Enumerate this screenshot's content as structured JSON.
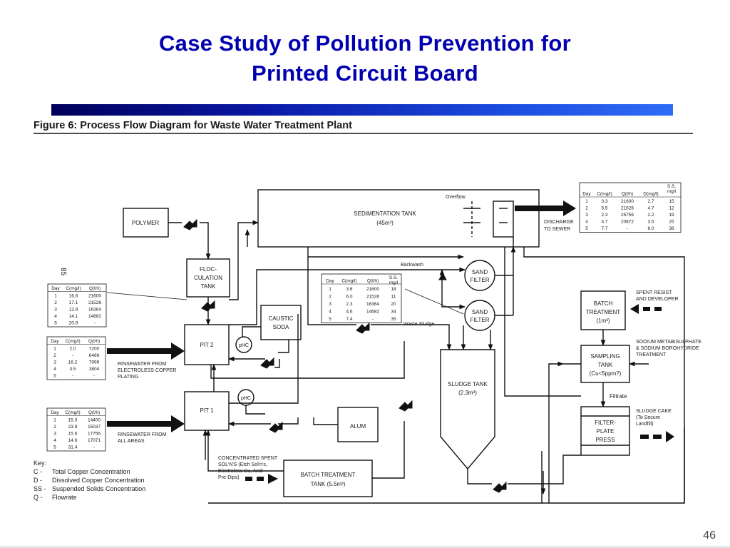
{
  "slide": {
    "title_line1": "Case Study of Pollution Prevention for",
    "title_line2": "Printed Circuit Board",
    "page_number": "46"
  },
  "figure": {
    "caption": "Figure 6: Process Flow Diagram for Waste Water Treatment Plant",
    "side_page_number": "85"
  },
  "units": {
    "sedimentation_tank": {
      "line1": "SEDIMENTATION TANK",
      "line2": "(45m³)"
    },
    "polymer": "POLYMER",
    "floc_tank": {
      "line1": "FLOC-",
      "line2": "CULATION",
      "line3": "TANK"
    },
    "caustic_soda": {
      "line1": "CAUSTIC",
      "line2": "SODA"
    },
    "pit2": "PIT 2",
    "pit1": "PIT 1",
    "alum": "ALUM",
    "sand_filter": {
      "line1": "SAND",
      "line2": "FILTER"
    },
    "batch_treatment_1": {
      "line1": "BATCH",
      "line2": "TREATMENT",
      "line3": "(1m³)"
    },
    "sampling_tank": {
      "line1": "SAMPLING",
      "line2": "TANK",
      "line3": "(Cu<5ppm?)"
    },
    "sludge_tank": {
      "line1": "SLUDGE TANK",
      "line2": "(2.3m³)"
    },
    "filter_press": {
      "line1": "FILTER-",
      "line2": "PLATE",
      "line3": "PRESS"
    },
    "batch_treatment_tank": {
      "line1": "BATCH TREATMENT",
      "line2": "TANK (5.5m³)"
    },
    "phc": "pHC"
  },
  "labels": {
    "overflow": "Overflow",
    "backwash": "Backwash",
    "waste_sludge": "Waste Sludge",
    "filtrate": "Filtrate",
    "discharge": {
      "line1": "DISCHARGE",
      "line2": "TO SEWER"
    },
    "spent_resist": {
      "line1": "SPENT RESIST",
      "line2": "AND DEVELOPER"
    },
    "sodium": {
      "line1": "SODIUM METABISULPHATE",
      "line2": "& SODIUM BOROHYDRIDE",
      "line3": "TREATMENT"
    },
    "sludge_cake": {
      "line1": "SLUDGE CAKE",
      "line2": "(To Secure",
      "line3": "Landfill)"
    },
    "rinse_electroless": {
      "line1": "RINSEWATER FROM",
      "line2": "ELECTROLESS COPPER",
      "line3": "PLATING"
    },
    "rinse_all": {
      "line1": "RINSEWATER FROM",
      "line2": "ALL AREAS"
    },
    "concentrated": {
      "line1": "CONCENTRATED SPENT",
      "line2": "SOL'N'S (Etch Sol'n's,",
      "line3": "Electroless Cu, Acid",
      "line4": "Pre-Dips)"
    }
  },
  "key": {
    "title": "Key:",
    "items": [
      {
        "code": "C -",
        "desc": "Total Copper Concentration"
      },
      {
        "code": "D -",
        "desc": "Dissolved Copper Concentration"
      },
      {
        "code": "SS -",
        "desc": "Suspended Solids Concentration"
      },
      {
        "code": "Q -",
        "desc": "Flowrate"
      }
    ]
  },
  "tables": {
    "floc": {
      "headers": [
        "Day",
        "C(mg/l)",
        "Q(l/h)"
      ],
      "rows": [
        [
          "1",
          "16.6",
          "21600"
        ],
        [
          "2",
          "17.1",
          "21526"
        ],
        [
          "3",
          "12.9",
          "16364"
        ],
        [
          "4",
          "14.1",
          "14882"
        ],
        [
          "5",
          "20.9",
          "-"
        ]
      ]
    },
    "electroless": {
      "headers": [
        "Day",
        "C(mg/l)",
        "Q(l/h)"
      ],
      "rows": [
        [
          "1",
          "2.0",
          "7200"
        ],
        [
          "2",
          "-",
          "6489"
        ],
        [
          "3",
          "16.2",
          "7999"
        ],
        [
          "4",
          "3.5",
          "3804"
        ],
        [
          "5",
          "-",
          "-"
        ]
      ]
    },
    "all_areas": {
      "headers": [
        "Day",
        "C(mg/l)",
        "Q(l/h)"
      ],
      "rows": [
        [
          "1",
          "15.3",
          "14400"
        ],
        [
          "2",
          "23.9",
          "15037"
        ],
        [
          "3",
          "15.6",
          "17756"
        ],
        [
          "4",
          "14.6",
          "17071"
        ],
        [
          "5",
          "31.4",
          "-"
        ]
      ]
    },
    "middle": {
      "headers": [
        "Day",
        "C(mg/l)",
        "Q(l/h)",
        "S.S. mg/l"
      ],
      "rows": [
        [
          "1",
          "3.6",
          "21600",
          "18"
        ],
        [
          "2",
          "6.0",
          "21526",
          "11"
        ],
        [
          "3",
          "2.3",
          "16364",
          "20"
        ],
        [
          "4",
          "4.6",
          "14682",
          "34"
        ],
        [
          "5",
          "7.4",
          "-",
          "35"
        ]
      ]
    },
    "discharge": {
      "headers": [
        "Day",
        "C(mg/l)",
        "Q(l/h)",
        "D(mg/l)",
        "S.S. mg/l"
      ],
      "rows": [
        [
          "1",
          "3.3",
          "21600",
          "2.7",
          "15"
        ],
        [
          "2",
          "5.5",
          "21526",
          "4.7",
          "12"
        ],
        [
          "3",
          "2.3",
          "25755",
          "2.2",
          "19"
        ],
        [
          "4",
          "4.7",
          "20872",
          "3.5",
          "25"
        ],
        [
          "5",
          "7.7",
          "-",
          "6.0",
          "38"
        ]
      ]
    }
  }
}
